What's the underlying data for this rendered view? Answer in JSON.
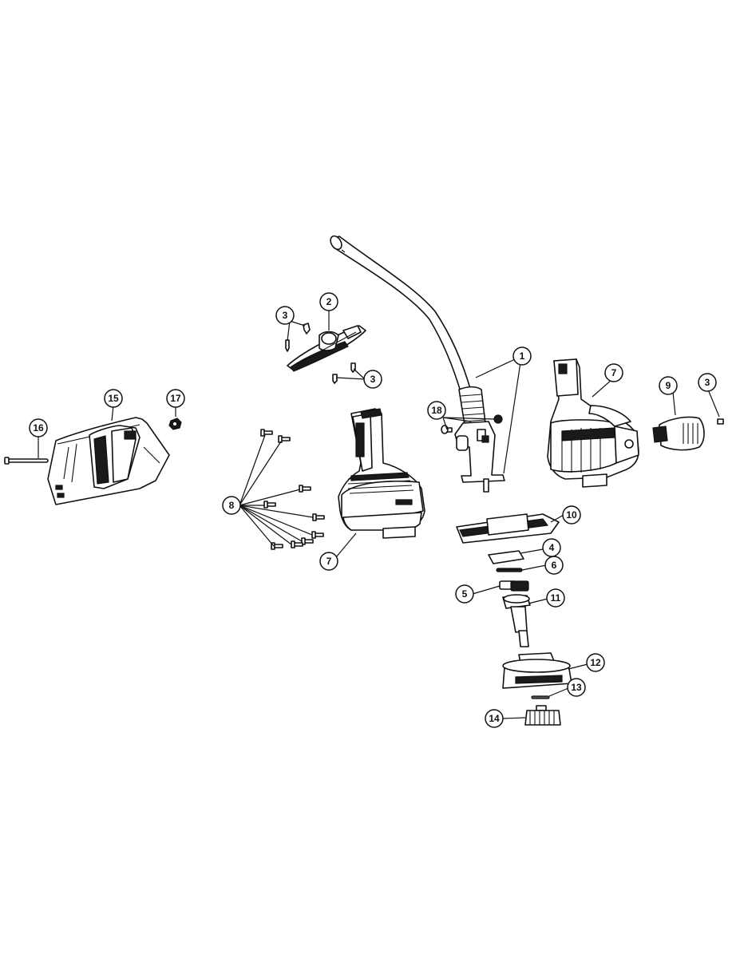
{
  "diagram": {
    "callouts": [
      {
        "id": "c1",
        "label": "1"
      },
      {
        "id": "c2",
        "label": "2"
      },
      {
        "id": "c3a",
        "label": "3"
      },
      {
        "id": "c3b",
        "label": "3"
      },
      {
        "id": "c3c",
        "label": "3"
      },
      {
        "id": "c4",
        "label": "4"
      },
      {
        "id": "c5",
        "label": "5"
      },
      {
        "id": "c6",
        "label": "6"
      },
      {
        "id": "c7a",
        "label": "7"
      },
      {
        "id": "c7b",
        "label": "7"
      },
      {
        "id": "c8",
        "label": "8"
      },
      {
        "id": "c9",
        "label": "9"
      },
      {
        "id": "c10",
        "label": "10"
      },
      {
        "id": "c11",
        "label": "11"
      },
      {
        "id": "c12",
        "label": "12"
      },
      {
        "id": "c13",
        "label": "13"
      },
      {
        "id": "c14",
        "label": "14"
      },
      {
        "id": "c15",
        "label": "15"
      },
      {
        "id": "c16",
        "label": "16"
      },
      {
        "id": "c17",
        "label": "17"
      },
      {
        "id": "c18",
        "label": "18"
      }
    ]
  }
}
